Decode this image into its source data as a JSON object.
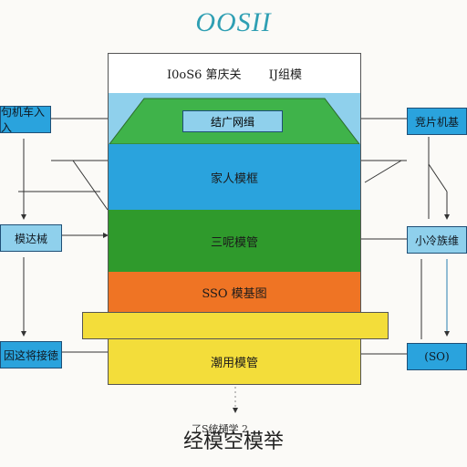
{
  "title": "OOSII",
  "layers": {
    "top": "I0oS6 第庆关　　 IJ组模",
    "inner": "结广网缉",
    "blue": "家人模框",
    "green": "三呢模管",
    "orange": "SSO 模基图",
    "yellow": "潮用模管"
  },
  "left_boxes": [
    "句机车入入",
    "模达械",
    "因这将接徳"
  ],
  "right_boxes": [
    "竞片机基",
    "小冷族维",
    "(SO)"
  ],
  "footer": {
    "main": "经模空模举",
    "sub": "了S统樋学 2"
  },
  "colors": {
    "blue": "#2aa3dd",
    "light_blue": "#8fd0ec",
    "green": "#2f9a2c",
    "orange": "#ef7424",
    "yellow": "#f3dd3a",
    "title": "#2f9fb3"
  }
}
